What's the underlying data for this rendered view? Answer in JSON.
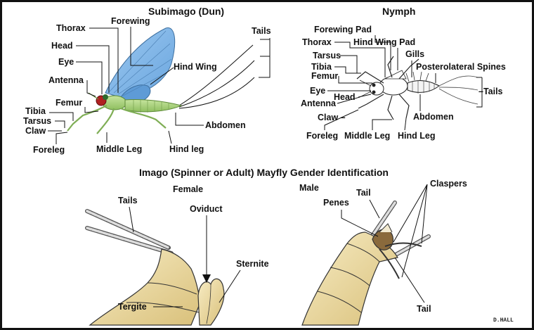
{
  "titles": {
    "subimago": "Subimago (Dun)",
    "nymph": "Nymph",
    "imago": "Imago (Spinner or Adult) Mayfly Gender Identification"
  },
  "subimago_labels": {
    "forewing": "Forewing",
    "thorax": "Thorax",
    "head": "Head",
    "eye": "Eye",
    "hind_wing": "Hind Wing",
    "antenna": "Antenna",
    "femur": "Femur",
    "tibia": "Tibia",
    "tarsus": "Tarsus",
    "claw": "Claw",
    "foreleg": "Foreleg",
    "middle_leg": "Middle Leg",
    "hind_leg": "Hind leg",
    "abdomen": "Abdomen",
    "tails": "Tails"
  },
  "nymph_labels": {
    "forewing_pad": "Forewing Pad",
    "thorax": "Thorax",
    "hind_wing_pad": "Hind Wing Pad",
    "tarsus": "Tarsus",
    "gills": "Gills",
    "tibia": "Tibia",
    "posterolateral_spines": "Posterolateral Spines",
    "femur": "Femur",
    "eye": "Eye",
    "head": "Head",
    "tails": "–Tails",
    "antenna": "Antenna",
    "abdomen": "Abdomen",
    "claw": "Claw –",
    "foreleg": "Foreleg",
    "middle_leg": "Middle Leg",
    "hind_leg": "Hind Leg"
  },
  "female": {
    "heading": "Female",
    "tails": "Tails",
    "oviduct": "Oviduct",
    "sternite": "Sternite",
    "tergite": "Tergite"
  },
  "male": {
    "heading": "Male",
    "tail_top": "Tail",
    "claspers": "Claspers",
    "penes": "Penes",
    "tail_bottom": "Tail"
  },
  "signature": "D.HALL",
  "colors": {
    "wing": "#7fb6e8",
    "body_green": "#b6d98c",
    "eye": "#b02020",
    "abdomen_tan": "#f0dfa8"
  }
}
